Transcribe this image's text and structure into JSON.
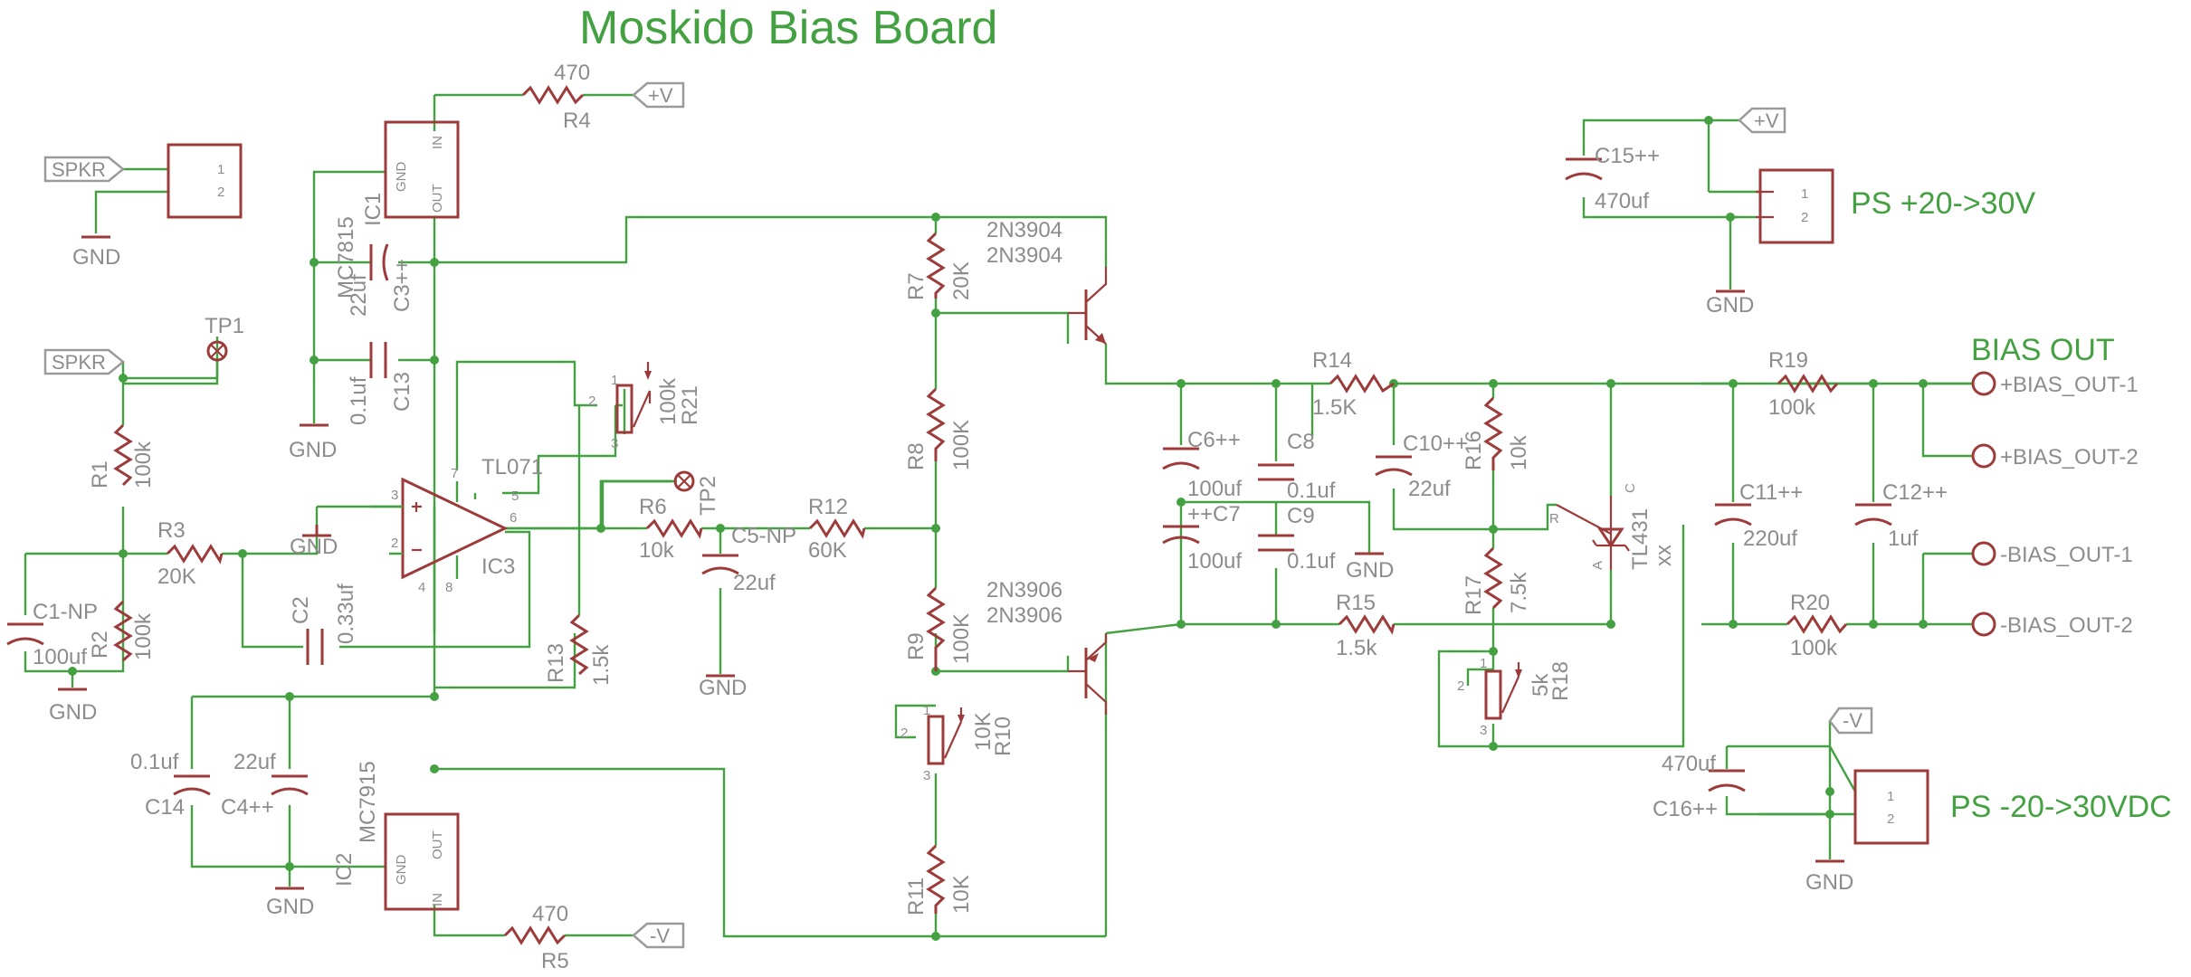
{
  "title": "Moskido Bias Board",
  "notes": {
    "ps_pos": "PS +20->30V",
    "ps_neg": "PS -20->30VDC",
    "bias_out": "BIAS OUT"
  },
  "ports": {
    "spkr1": "SPKR",
    "spkr2": "SPKR",
    "vpos_top": "+V",
    "vpos_right": "+V",
    "vneg_bottom": "-V",
    "vneg_right": "-V"
  },
  "gnd": "GND",
  "testpoints": {
    "tp1": "TP1",
    "tp2": "TP2"
  },
  "components": {
    "r1": {
      "name": "R1",
      "value": "100k"
    },
    "r2": {
      "name": "R2",
      "value": "100k"
    },
    "r3": {
      "name": "R3",
      "value": "20K"
    },
    "r4": {
      "name": "R4",
      "value": "470"
    },
    "r5": {
      "name": "R5",
      "value": "470"
    },
    "r6": {
      "name": "R6",
      "value": "10k"
    },
    "r7": {
      "name": "R7",
      "value": "20K"
    },
    "r8": {
      "name": "R8",
      "value": "100K"
    },
    "r9": {
      "name": "R9",
      "value": "100K"
    },
    "r10": {
      "name": "R10",
      "value": "10K"
    },
    "r11": {
      "name": "R11",
      "value": "10K"
    },
    "r12": {
      "name": "R12",
      "value": "60K"
    },
    "r13": {
      "name": "R13",
      "value": "1.5k"
    },
    "r14": {
      "name": "R14",
      "value": "1.5K"
    },
    "r15": {
      "name": "R15",
      "value": "1.5k"
    },
    "r16": {
      "name": "R16",
      "value": "10k"
    },
    "r17": {
      "name": "R17",
      "value": "7.5k"
    },
    "r18": {
      "name": "R18",
      "value": "5k"
    },
    "r19": {
      "name": "R19",
      "value": "100k"
    },
    "r20": {
      "name": "R20",
      "value": "100k"
    },
    "r21": {
      "name": "R21",
      "value": "100k"
    },
    "c1": {
      "name": "C1-NP",
      "value": "100uf"
    },
    "c2": {
      "name": "C2",
      "value": "0.33uf"
    },
    "c3": {
      "name": "C3++",
      "value": "22uf"
    },
    "c4": {
      "name": "C4++",
      "value": "22uf"
    },
    "c5": {
      "name": "C5-NP",
      "value": "22uf"
    },
    "c6": {
      "name": "C6++",
      "value": "100uf"
    },
    "c7": {
      "name": "++C7",
      "value": "100uf"
    },
    "c8": {
      "name": "C8",
      "value": "0.1uf"
    },
    "c9": {
      "name": "C9",
      "value": "0.1uf"
    },
    "c10": {
      "name": "C10++",
      "value": "22uf"
    },
    "c11": {
      "name": "C11++",
      "value": "220uf"
    },
    "c12": {
      "name": "C12++",
      "value": "1uf"
    },
    "c13": {
      "name": "C13",
      "value": "0.1uf"
    },
    "c14": {
      "name": "C14",
      "value": "0.1uf"
    },
    "c15": {
      "name": "C15++",
      "value": "470uf"
    },
    "c16": {
      "name": "C16++",
      "value": "470uf"
    },
    "ic1": {
      "name": "IC1",
      "value": "MC7815"
    },
    "ic2": {
      "name": "IC2",
      "value": "MC7915"
    },
    "ic3": {
      "name": "IC3",
      "value": "TL071"
    },
    "q1": {
      "value": "2N3904",
      "value2": "2N3904"
    },
    "q2": {
      "value": "2N3906",
      "value2": "2N3906"
    },
    "tl431": {
      "name": "TL431",
      "value": "xx"
    }
  },
  "reg_pins": {
    "gnd": "GND",
    "out": "OUT",
    "in": "IN"
  },
  "pins": {
    "p1": "1",
    "p2": "2",
    "p3": "3",
    "p4": "4",
    "p5": "5",
    "p6": "6",
    "p7": "7",
    "p8": "8",
    "plus": "+",
    "minus": "-",
    "a": "A",
    "c": "C",
    "r": "R"
  },
  "bias_outputs": [
    "+BIAS_OUT-1",
    "+BIAS_OUT-2",
    "-BIAS_OUT-1",
    "-BIAS_OUT-2"
  ]
}
